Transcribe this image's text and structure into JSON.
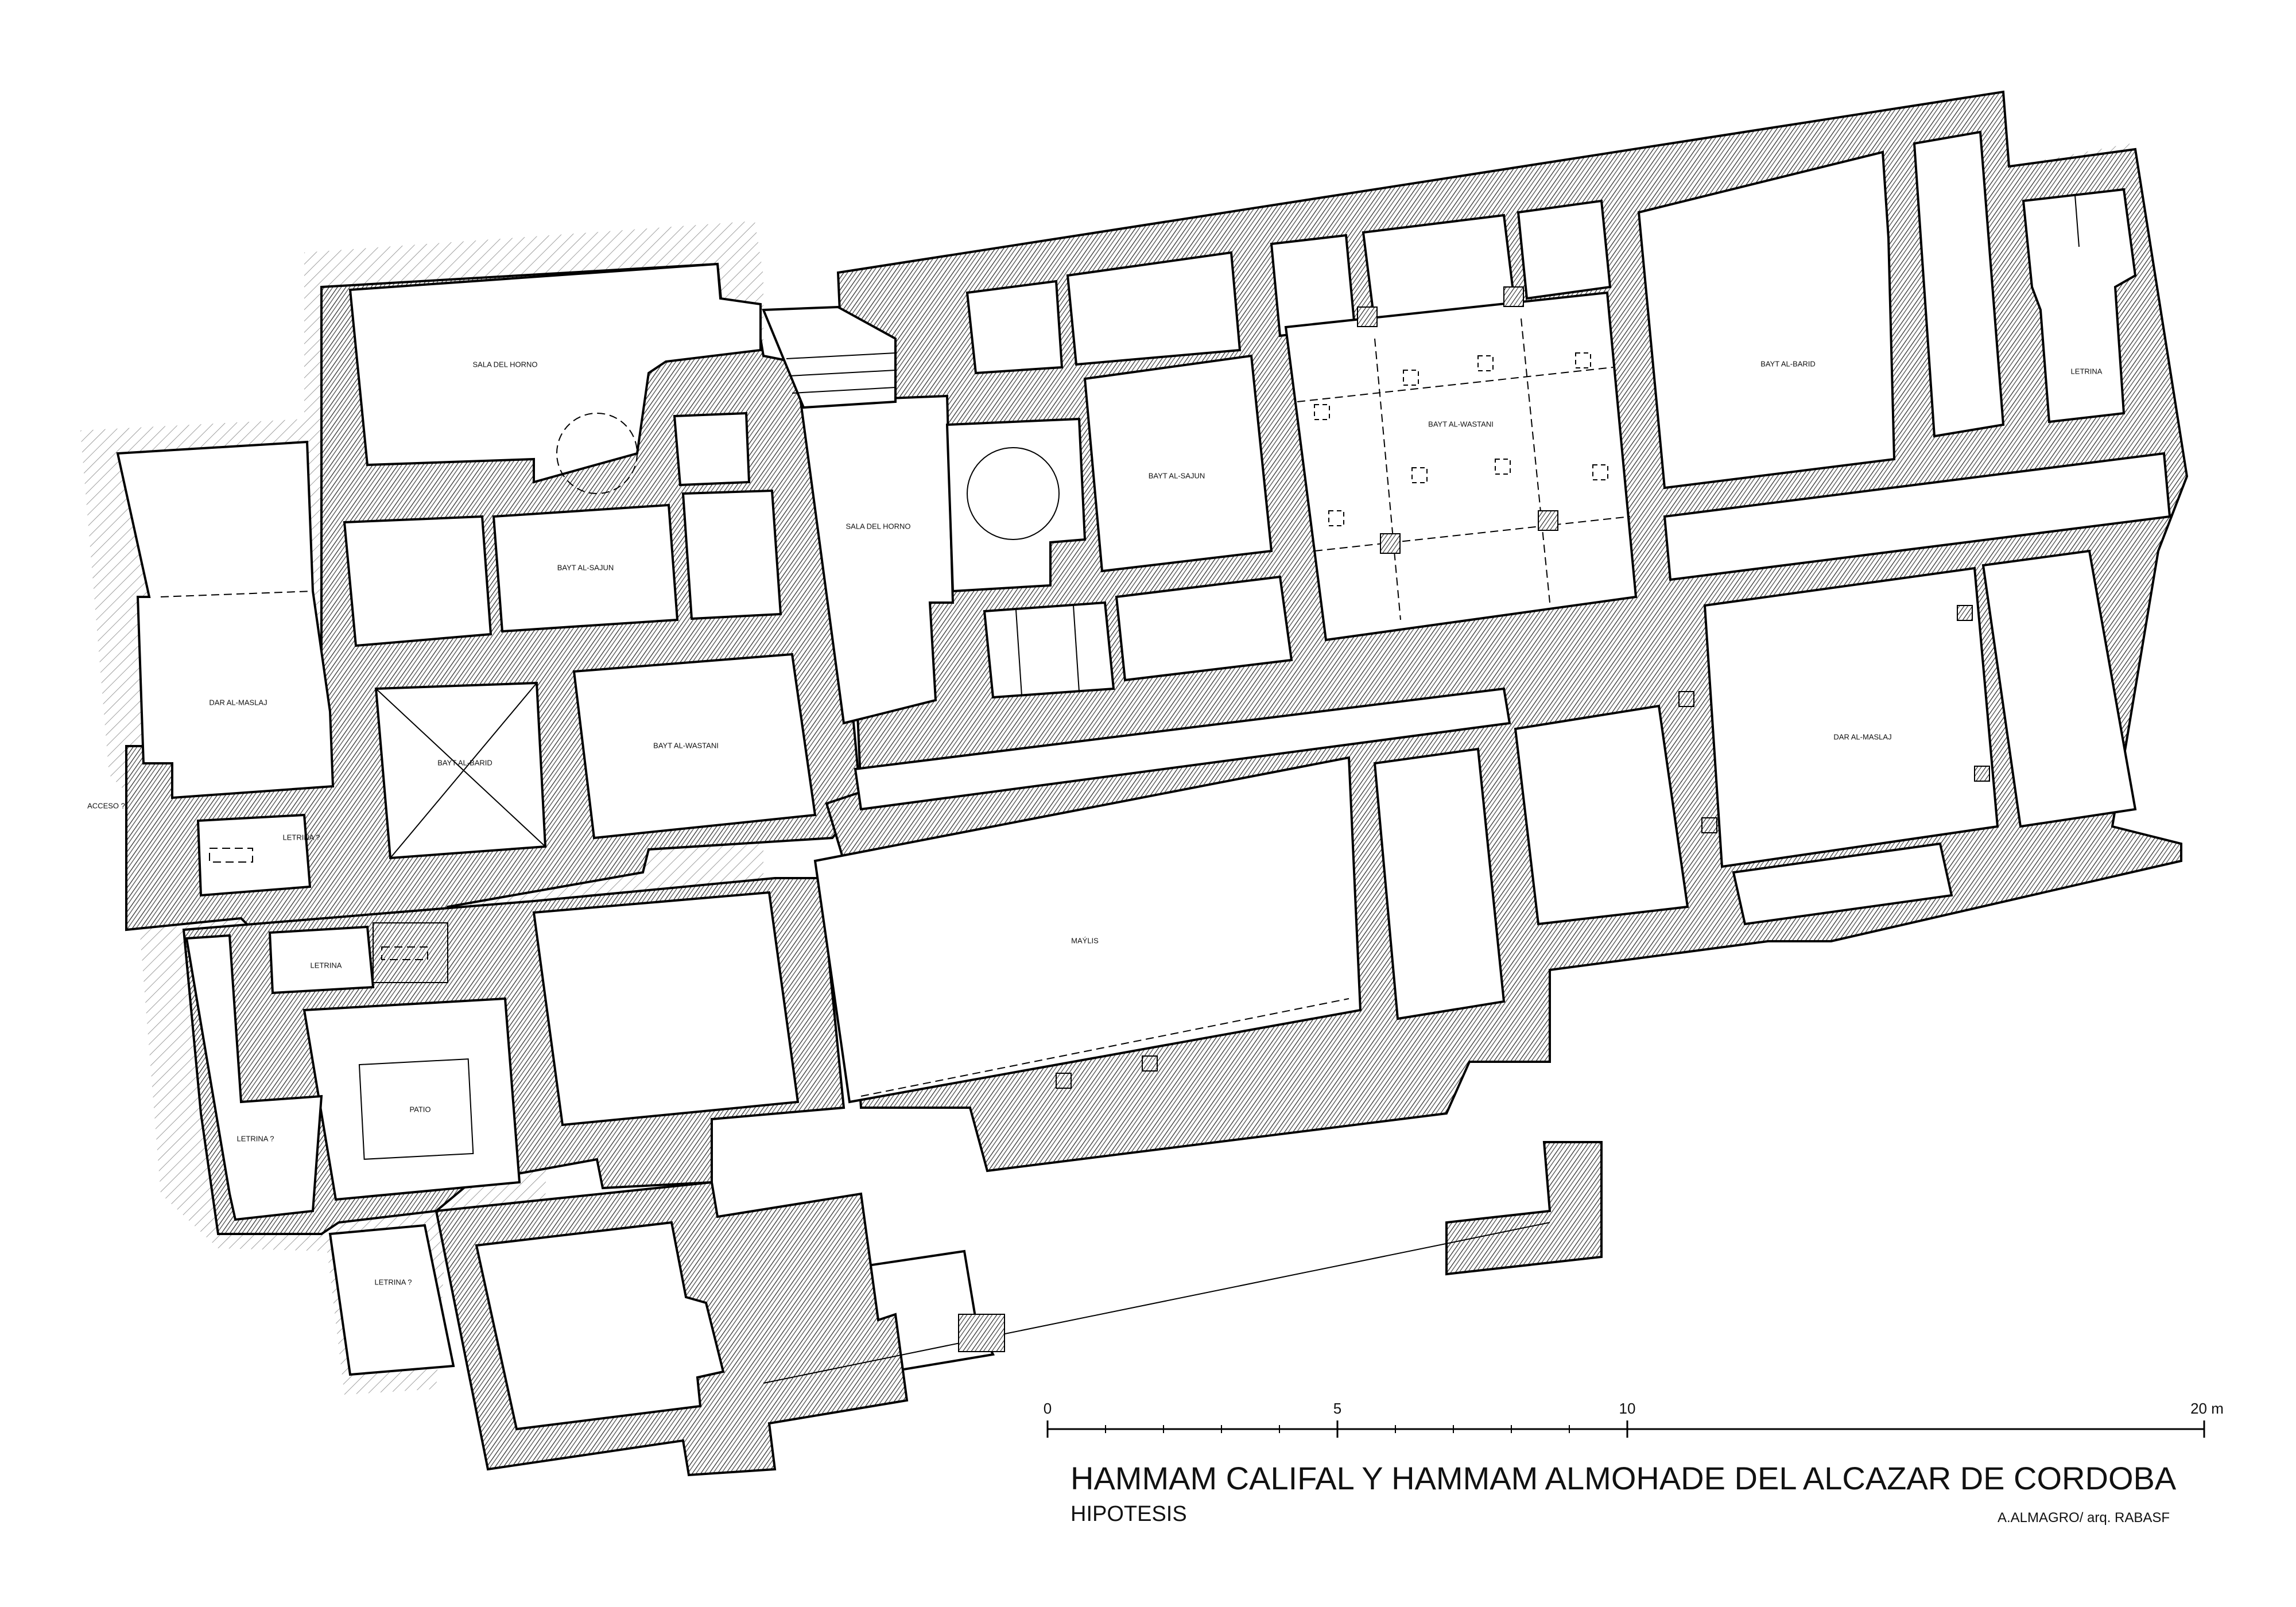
{
  "drawing": {
    "title": "HAMMAM CALIFAL Y HAMMAM ALMOHADE DEL ALCAZAR DE CORDOBA",
    "subtitle": "HIPOTESIS",
    "credit": "A.ALMAGRO/ arq.   RABASF"
  },
  "scale_bar": {
    "labels": [
      "0",
      "5",
      "10",
      "20 m"
    ]
  },
  "rooms": {
    "sala_horno_left": "SALA DEL HORNO",
    "bayt_sajun_left": "BAYT AL-SAJUN",
    "dar_maslaj_left": "DAR AL-MASLAJ",
    "bayt_barid_left": "BAYT AL-BARID",
    "bayt_wastani_left": "BAYT AL-WASTANI",
    "acceso": "ACCESO ?",
    "letrina_q1": "LETRINA ?",
    "letrina_left": "LETRINA",
    "patio": "PATIO",
    "letrina_q2": "LETRINA ?",
    "letrina_q3": "LETRINA ?",
    "sala_horno_right": "SALA DEL HORNO",
    "bayt_sajun_right": "BAYT AL-SAJUN",
    "bayt_wastani_right": "BAYT AL-WASTANI",
    "bayt_barid_right": "BAYT AL-BARID",
    "letrina_right": "LETRINA",
    "dar_maslaj_right": "DAR AL-MASLAJ",
    "majlis": "MAÝLIS"
  }
}
